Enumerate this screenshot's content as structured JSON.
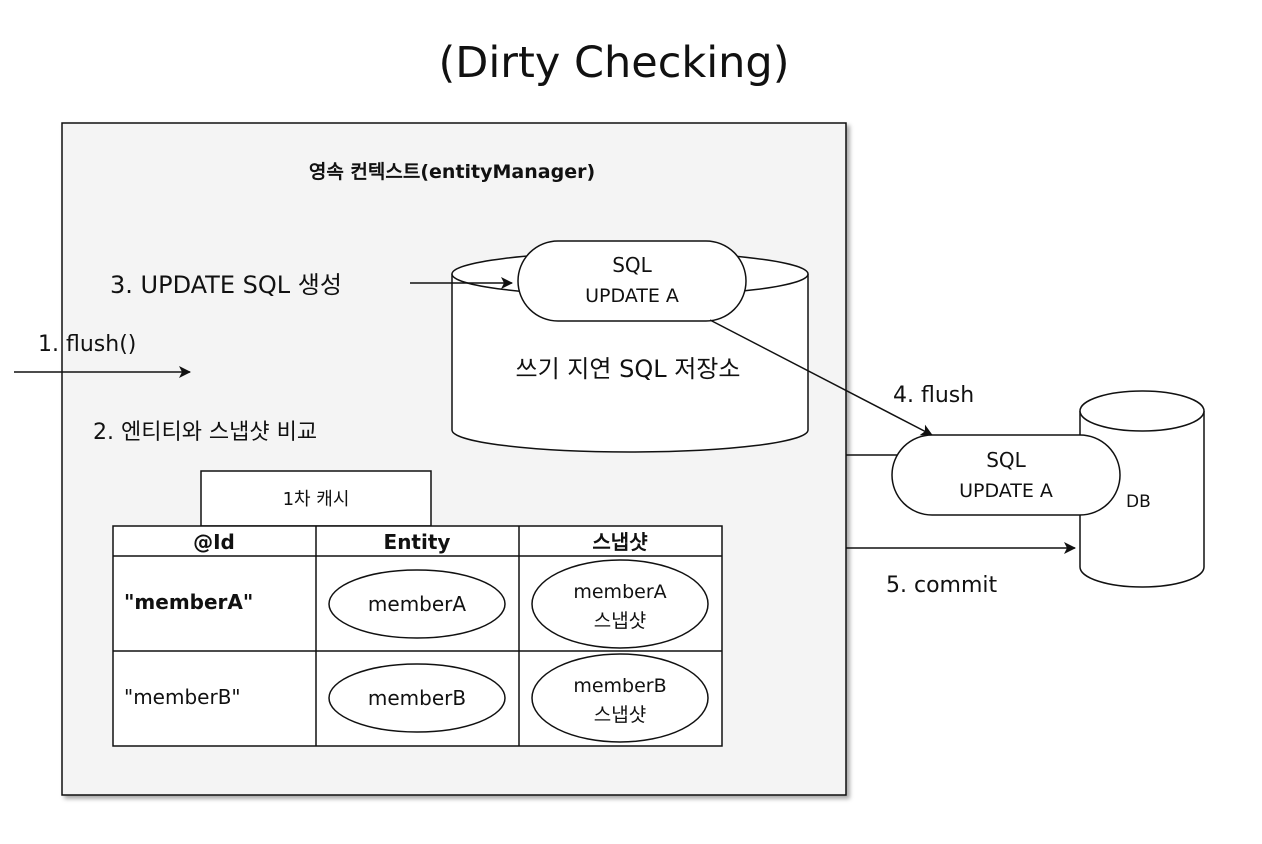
{
  "title": "(Dirty Checking)",
  "context": {
    "label": "영속 컨텍스트(entityManager)"
  },
  "steps": {
    "flush_call": "1. flush()",
    "compare": "2. 엔티티와 스냅샷 비교",
    "update_sql": "3. UPDATE SQL 생성",
    "flush": "4. flush",
    "commit": "5. commit"
  },
  "sql_store": {
    "label": "쓰기 지연 SQL 저장소",
    "query_title": "SQL",
    "query_body": "UPDATE A"
  },
  "sent_query": {
    "title": "SQL",
    "body": "UPDATE A"
  },
  "db": {
    "label": "DB"
  },
  "cache": {
    "label": "1차 캐시",
    "columns": [
      "@Id",
      "Entity",
      "스냅샷"
    ],
    "rows": [
      {
        "id": "\"memberA\"",
        "entity": "memberA",
        "snapshot_name": "memberA",
        "snapshot_label": "스냅샷"
      },
      {
        "id": "\"memberB\"",
        "entity": "memberB",
        "snapshot_name": "memberB",
        "snapshot_label": "스냅샷"
      }
    ]
  },
  "colors": {
    "container_fill": "#f4f4f4",
    "stroke": "#111111",
    "background": "#ffffff"
  }
}
